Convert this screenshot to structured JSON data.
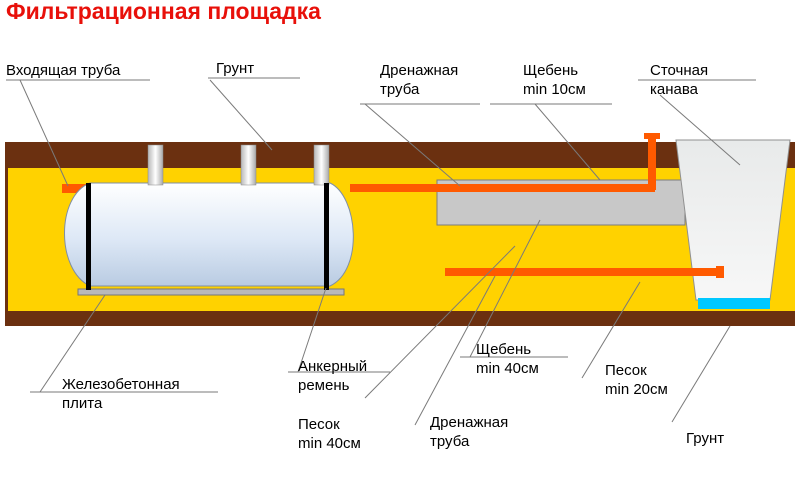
{
  "title": "Фильтрационная площадка",
  "labels": {
    "inlet_pipe": "Входящая труба",
    "soil_top": "Грунт",
    "drain_pipe_top_1": "Дренажная",
    "drain_pipe_top_2": "труба",
    "gravel_top_1": "Щебень",
    "gravel_top_2": "min 10см",
    "ditch_1": "Сточная",
    "ditch_2": "канава",
    "slab_1": "Железобетонная",
    "slab_2": "плита",
    "strap_1": "Анкерный",
    "strap_2": "ремень",
    "sand_left_1": "Песок",
    "sand_left_2": "min 40см",
    "gravel_bottom_1": "Щебень",
    "gravel_bottom_2": "min 40см",
    "drain_pipe_bottom_1": "Дренажная",
    "drain_pipe_bottom_2": "труба",
    "sand_right_1": "Песок",
    "sand_right_2": "min 20см",
    "soil_bottom": "Грунт"
  },
  "colors": {
    "title": "#e8100a",
    "soil": "#6b3010",
    "sand": "#ffd200",
    "pipe": "#ff5a00",
    "tank": "#dde8f6",
    "gravel": "#c8c8c8",
    "water": "#00c8ff"
  }
}
